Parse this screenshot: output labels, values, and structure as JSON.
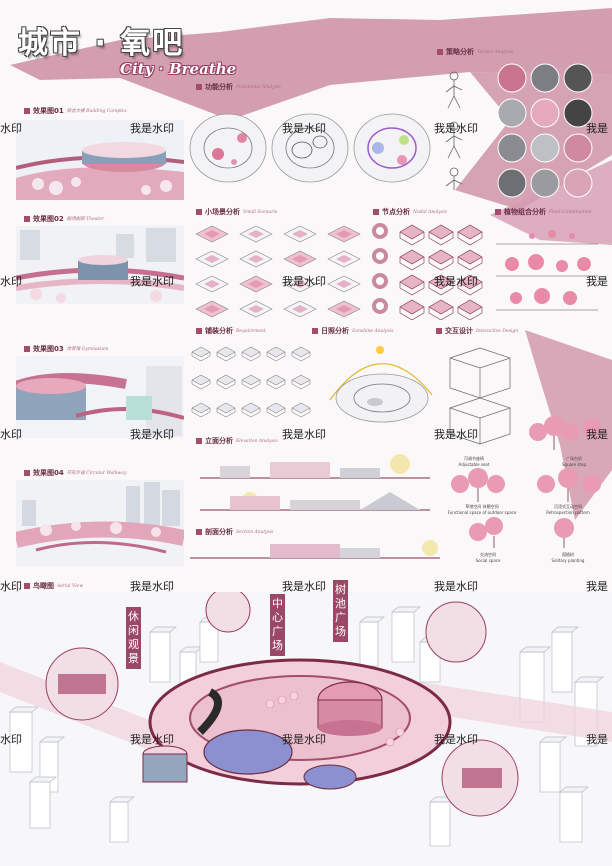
{
  "title": {
    "cn": "城市 · 氧吧",
    "en": "City · Breathe"
  },
  "colors": {
    "accent": "#a24d6b",
    "ribbon": "#c9879d",
    "light_pink": "#ecc7d3",
    "sky": "#e9ecf2"
  },
  "sections": {
    "effect1": {
      "cn": "效果图01",
      "en": "综合大楼  Building Complex"
    },
    "effect2": {
      "cn": "效果图02",
      "en": "剧场剧院  Theater"
    },
    "effect3": {
      "cn": "效果图03",
      "en": "体育馆  Gymnasium"
    },
    "effect4": {
      "cn": "效果图04",
      "en": "环形步道  Circular Walkway"
    },
    "aerial": {
      "cn": "鸟瞰图",
      "en": "Aerial View"
    },
    "function": {
      "cn": "功能分析",
      "en": "Functional Analysis"
    },
    "strategy": {
      "cn": "策略分析",
      "en": "Tactics Analysis"
    },
    "small_scene": {
      "cn": "小场景分析",
      "en": "Small Scenario"
    },
    "node": {
      "cn": "节点分析",
      "en": "Nodal Analysis"
    },
    "plant": {
      "cn": "植物组合分析",
      "en": "Plant Combination"
    },
    "paving": {
      "cn": "铺装分析",
      "en": "Requirement"
    },
    "sunshine": {
      "cn": "日照分析",
      "en": "Sunshine Analysis"
    },
    "interactive": {
      "cn": "交互设计",
      "en": "Interactive Design"
    },
    "elevation": {
      "cn": "立面分析",
      "en": "Elevation Analysis"
    },
    "section": {
      "cn": "剖面分析",
      "en": "Section Analysis"
    }
  },
  "aerial_labels": {
    "a": "休闲观景",
    "b": "中心广场",
    "c": "树池广场"
  },
  "interactive_captions": {
    "c1": "可调节座椅",
    "c1en": "Adjustable seat",
    "c2": "广场台阶",
    "c2en": "Square step",
    "c3": "草地空间  休憩空间",
    "c3en": "Functional space of outdoor space",
    "c4": "沉浸式互动空间",
    "c4en": "Retrospection pattern",
    "c5": "交流空间",
    "c5en": "Social space",
    "c6": "孤植树",
    "c6en": "Solitary planting"
  },
  "watermark": {
    "full": "我是水印",
    "short": "水印"
  }
}
